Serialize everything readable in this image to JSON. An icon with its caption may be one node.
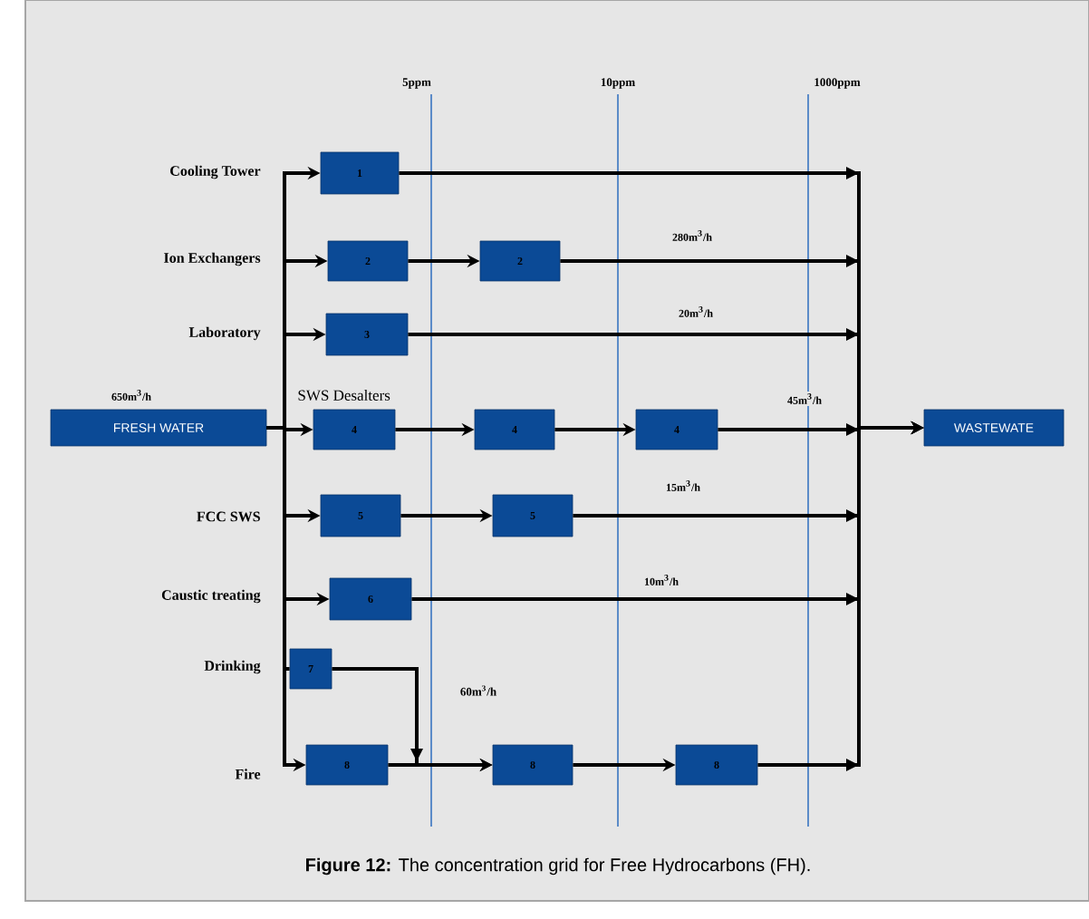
{
  "diagram": {
    "caption": "**Figure 12:** The concentration grid for Free Hydrocarbons (FH).",
    "nodes": [
      {
        "text": [
          "FRESH WATER"
        ],
        "beside": [
          "650m$^{3}$/h"
        ]
      },
      {
        "text": [
          "WASTEWATE"
        ]
      },
      {
        "text": [
          "1"
        ]
      },
      {
        "text": [
          "2"
        ]
      },
      {
        "text": [
          "2"
        ]
      },
      {
        "text": [
          "3"
        ]
      },
      {
        "text": [
          "4"
        ]
      },
      {
        "text": [
          "4"
        ]
      },
      {
        "text": [
          "4"
        ]
      },
      {
        "text": [
          "5"
        ]
      },
      {
        "text": [
          "5"
        ]
      },
      {
        "text": [
          "6"
        ]
      },
      {
        "text": [
          "7"
        ]
      },
      {
        "text": [
          "8"
        ]
      },
      {
        "text": [
          "8"
        ]
      },
      {
        "text": [
          "8"
        ]
      }
    ],
    "edges": [
      {
        "from": 0,
        "to": 2,
        "arrow": "to"
      },
      {
        "from": 0,
        "to": 3,
        "arrow": "to"
      },
      {
        "from": 0,
        "to": 5,
        "arrow": "to"
      },
      {
        "from": 0,
        "to": 6,
        "arrow": "to"
      },
      {
        "from": 0,
        "to": 9,
        "arrow": "to"
      },
      {
        "from": 0,
        "to": 11,
        "arrow": "to"
      },
      {
        "from": 0,
        "to": 12,
        "arrow": "none"
      },
      {
        "from": 0,
        "to": 13,
        "arrow": "to"
      },
      {
        "from": 3,
        "to": 4,
        "arrow": "to"
      },
      {
        "from": 6,
        "to": 7,
        "arrow": "to"
      },
      {
        "from": 7,
        "to": 8,
        "arrow": "to"
      },
      {
        "from": 9,
        "to": 10,
        "arrow": "to"
      },
      {
        "from": 13,
        "to": 14,
        "arrow": "to"
      },
      {
        "from": 14,
        "to": 15,
        "arrow": "to"
      },
      {
        "from": 12,
        "to": 14,
        "arrow": "to"
      },
      {
        "from": 2,
        "to": 1,
        "arrow": "to"
      },
      {
        "from": 4,
        "to": 1,
        "arrow": "to",
        "label": "280m$^{3}$/h"
      },
      {
        "from": 5,
        "to": 1,
        "arrow": "to",
        "label": "20m$^{3}$/h"
      },
      {
        "from": 8,
        "to": 1,
        "arrow": "to",
        "label": "45m$^{3}$/h"
      },
      {
        "from": 10,
        "to": 1,
        "arrow": "to",
        "label": "15m$^{3}$/h"
      },
      {
        "from": 11,
        "to": 1,
        "arrow": "to",
        "label": "10m$^{3}$/h"
      },
      {
        "from": 15,
        "to": 1,
        "arrow": "to"
      }
    ],
    "labels": [
      "5ppm",
      "10ppm",
      "1000ppm",
      "Cooling Tower",
      "Ion Exchangers",
      "Laboratory",
      "SWS Desalters",
      "FCC SWS",
      "Caustic treating",
      "Drinking",
      "60m$^{3}$/h",
      "Fire"
    ]
  }
}
